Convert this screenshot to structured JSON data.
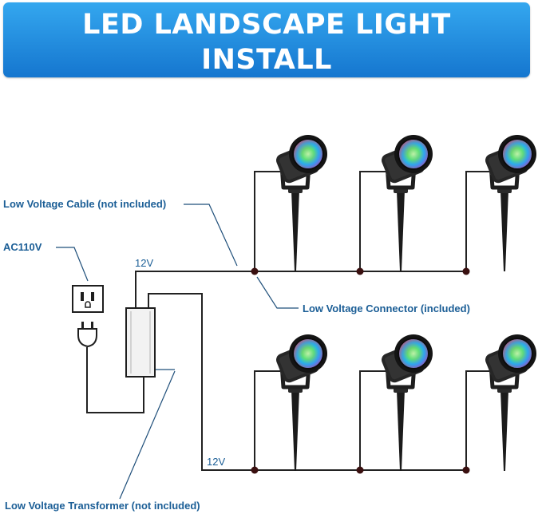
{
  "title": "LED LANDSCAPE LIGHT\nINSTALL",
  "labels": {
    "cable": "Low Voltage Cable (not included)",
    "ac": "AC110V",
    "connector": "Low Voltage Connector (included)",
    "transformer": "Low Voltage Transformer (not included)",
    "voltage_top": "12V",
    "voltage_bottom": "12V"
  },
  "colors": {
    "banner_top": "#34a7ef",
    "banner_bottom": "#1576cf",
    "label_text": "#1b5e96",
    "wire": "#222222",
    "leader": "#1f4f7a"
  }
}
